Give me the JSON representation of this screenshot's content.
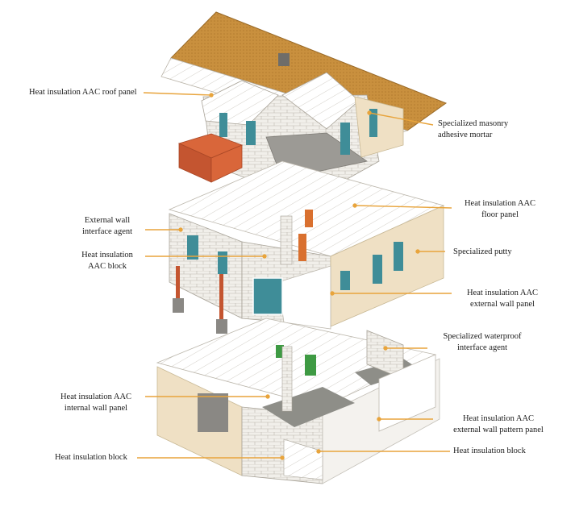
{
  "colors": {
    "leader": "#e8a43c",
    "roof": "#c9903e",
    "roof_dark": "#a8722c",
    "block": "#f1efea",
    "block_line": "#b9b4aa",
    "wall_shadow": "#d9d4c8",
    "putty": "#efe0c4",
    "floor": "#ffffff",
    "floor_line": "#c4c0b8",
    "window": "#3f8d98",
    "door": "#d9702f",
    "balcony": "#d9663a",
    "grass": "#3e9a43",
    "slab": "#8e8e88"
  },
  "labels": {
    "roof_panel": [
      "Heat insulation AAC roof panel"
    ],
    "masonry_mortar": [
      "Specialized masonry",
      "adhesive mortar"
    ],
    "ext_interface_agent": [
      "External wall",
      "interface agent"
    ],
    "floor_panel": [
      "Heat insulation AAC",
      "floor panel"
    ],
    "aac_block": [
      "Heat insulation",
      "AAC block"
    ],
    "putty": [
      "Specialized putty"
    ],
    "ext_wall_panel": [
      "Heat insulation AAC",
      "external wall panel"
    ],
    "waterproof_agent": [
      "Specialized waterproof",
      "interface agent"
    ],
    "int_wall_panel": [
      "Heat insulation AAC",
      "internal wall panel"
    ],
    "pattern_panel": [
      "Heat insulation AAC",
      "external wall pattern panel"
    ],
    "block_left": [
      "Heat insulation block"
    ],
    "block_right": [
      "Heat insulation block"
    ]
  }
}
